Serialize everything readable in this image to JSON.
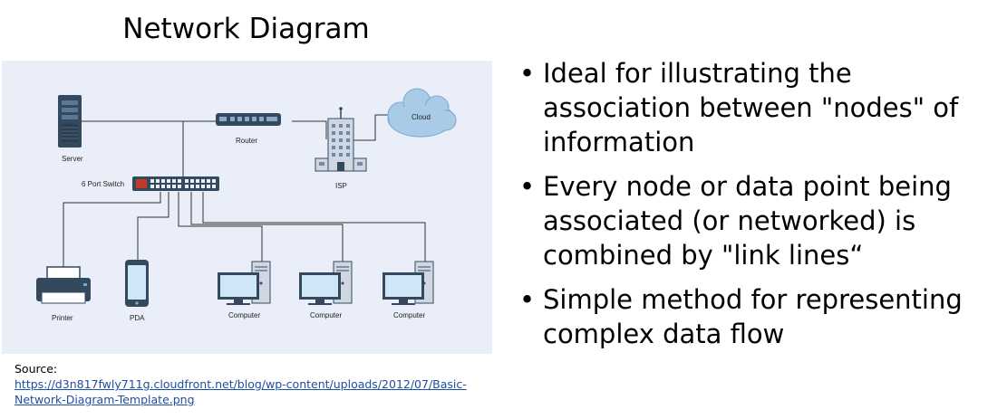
{
  "title": "Network Diagram",
  "diagram": {
    "labels": {
      "server": "Server",
      "router": "Router",
      "cloud": "Cloud",
      "isp": "ISP",
      "switch": "6 Port Switch",
      "printer": "Printer",
      "pda": "PDA",
      "computer1": "Computer",
      "computer2": "Computer",
      "computer3": "Computer"
    }
  },
  "source": {
    "label": "Source:",
    "link_line1": "https://d3n817fwly711g.cloudfront.net/blog/wp-content/uploads/2012/07/Basic-",
    "link_line2": "Network-Diagram-Template.png"
  },
  "bullets": [
    {
      "line1": "Ideal for illustrating the",
      "line2": "association between \"nodes\" of",
      "line3": "information"
    },
    {
      "line1": "Every node or data point being",
      "line2": "associated (or networked) is",
      "line3": "combined by \"link lines“"
    },
    {
      "line1": "Simple method for representing",
      "line2": "complex data flow"
    }
  ],
  "colors": {
    "diagram_bg": "#e9eef8",
    "device_dark": "#34495e",
    "screen_blue": "#cfe6f7",
    "cloud_blue": "#a9cbe8",
    "link": "#1f4ea3"
  }
}
